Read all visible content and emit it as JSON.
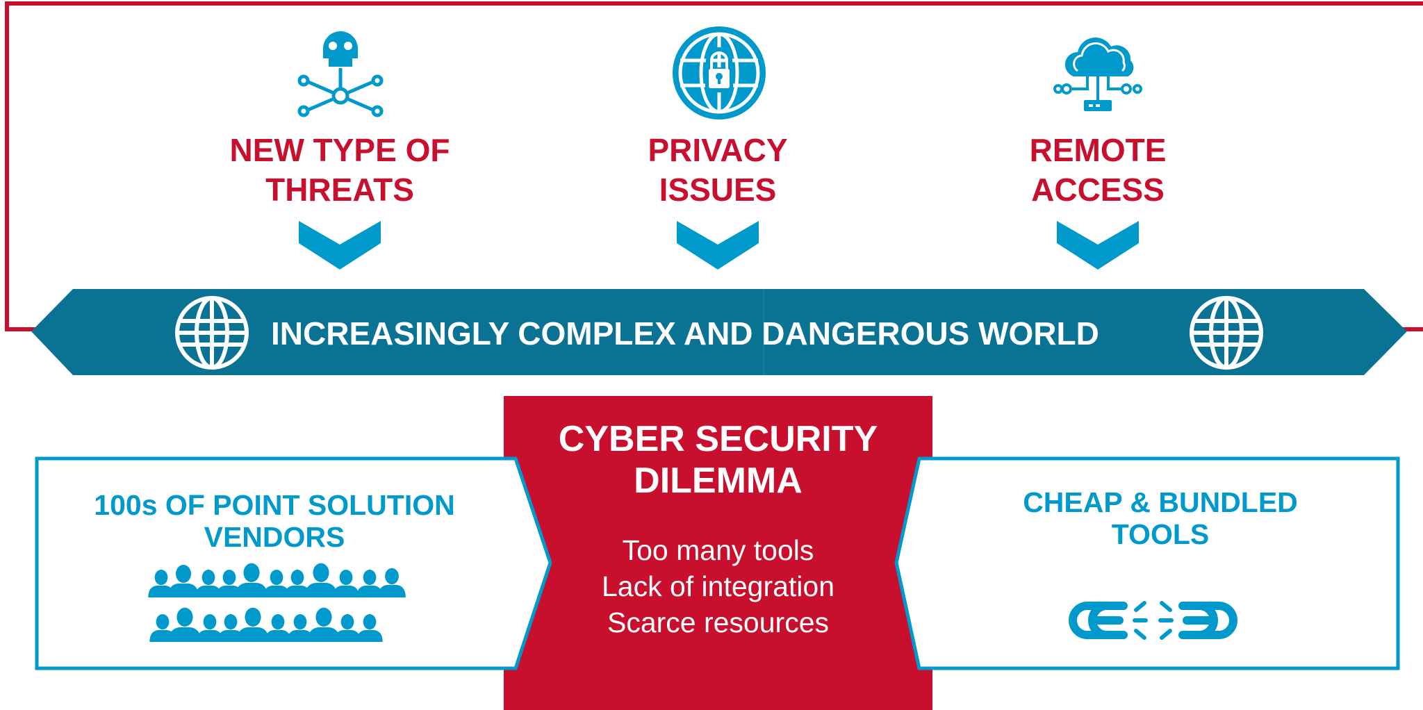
{
  "colors": {
    "red": "#c8102e",
    "blue": "#0099cc",
    "teal": "#0a7394",
    "teal_dark": "#086b8a",
    "white": "#ffffff"
  },
  "threats": [
    {
      "line1": "NEW TYPE OF",
      "line2": "THREATS",
      "icon": "skull-network-icon"
    },
    {
      "line1": "PRIVACY",
      "line2": "ISSUES",
      "icon": "globe-lock-icon"
    },
    {
      "line1": "REMOTE",
      "line2": "ACCESS",
      "icon": "cloud-network-icon"
    }
  ],
  "banner": {
    "text": "INCREASINGLY COMPLEX AND DANGEROUS WORLD",
    "icon": "globe-icon"
  },
  "dilemma": {
    "title_line1": "CYBER SECURITY",
    "title_line2": "DILEMMA",
    "points": [
      "Too many tools",
      "Lack of integration",
      "Scarce resources"
    ]
  },
  "left_panel": {
    "line1": "100s OF POINT SOLUTION",
    "line2": "VENDORS",
    "icon": "people-crowd-icon"
  },
  "right_panel": {
    "line1": "CHEAP & BUNDLED",
    "line2": "TOOLS",
    "icon": "broken-chain-icon"
  }
}
